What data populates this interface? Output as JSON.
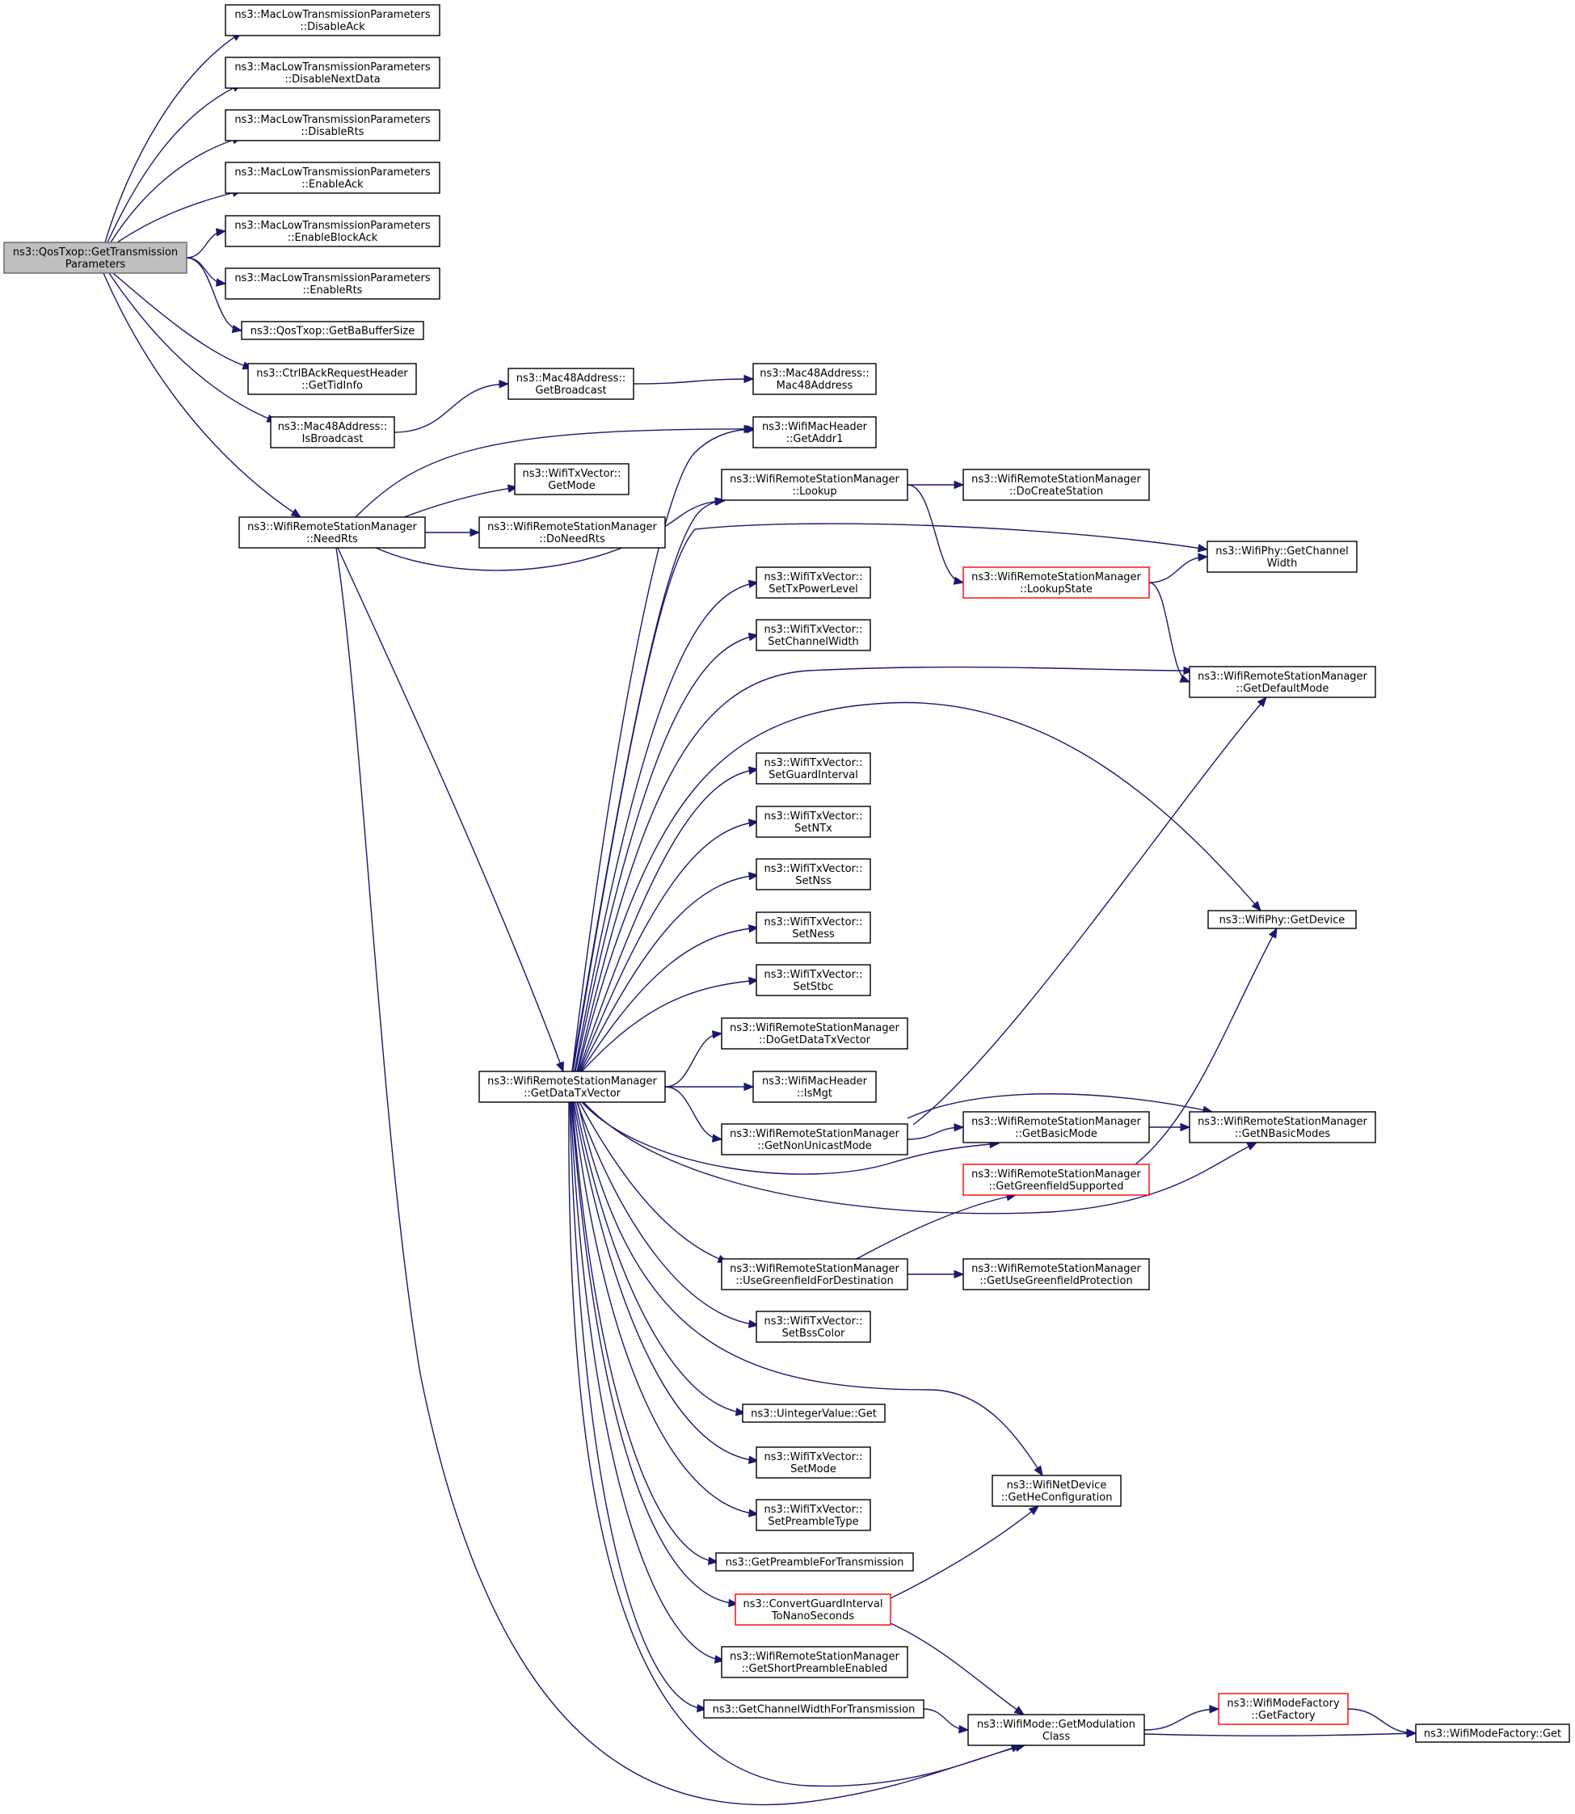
{
  "diagram": {
    "nodes": [
      {
        "id": "root",
        "lines": [
          "ns3::QosTxop::GetTransmission",
          "Parameters"
        ],
        "style": "root"
      },
      {
        "id": "disableAck",
        "lines": [
          "ns3::MacLowTransmissionParameters",
          "::DisableAck"
        ]
      },
      {
        "id": "disableNextData",
        "lines": [
          "ns3::MacLowTransmissionParameters",
          "::DisableNextData"
        ]
      },
      {
        "id": "disableRts",
        "lines": [
          "ns3::MacLowTransmissionParameters",
          "::DisableRts"
        ]
      },
      {
        "id": "enableAck",
        "lines": [
          "ns3::MacLowTransmissionParameters",
          "::EnableAck"
        ]
      },
      {
        "id": "enableBlockAck",
        "lines": [
          "ns3::MacLowTransmissionParameters",
          "::EnableBlockAck"
        ]
      },
      {
        "id": "enableRts",
        "lines": [
          "ns3::MacLowTransmissionParameters",
          "::EnableRts"
        ]
      },
      {
        "id": "getBaBufferSize",
        "lines": [
          "ns3::QosTxop::GetBaBufferSize"
        ]
      },
      {
        "id": "getTidInfo",
        "lines": [
          "ns3::CtrlBAckRequestHeader",
          "::GetTidInfo"
        ]
      },
      {
        "id": "isBroadcast",
        "lines": [
          "ns3::Mac48Address::",
          "IsBroadcast"
        ]
      },
      {
        "id": "getBroadcast",
        "lines": [
          "ns3::Mac48Address::",
          "GetBroadcast"
        ]
      },
      {
        "id": "mac48Address",
        "lines": [
          "ns3::Mac48Address::",
          "Mac48Address"
        ]
      },
      {
        "id": "getAddr1",
        "lines": [
          "ns3::WifiMacHeader",
          "::GetAddr1"
        ]
      },
      {
        "id": "needRts",
        "lines": [
          "ns3::WifiRemoteStationManager",
          "::NeedRts"
        ]
      },
      {
        "id": "getMode",
        "lines": [
          "ns3::WifiTxVector::",
          "GetMode"
        ]
      },
      {
        "id": "doNeedRts",
        "lines": [
          "ns3::WifiRemoteStationManager",
          "::DoNeedRts"
        ]
      },
      {
        "id": "lookup",
        "lines": [
          "ns3::WifiRemoteStationManager",
          "::Lookup"
        ]
      },
      {
        "id": "doCreateStation",
        "lines": [
          "ns3::WifiRemoteStationManager",
          "::DoCreateStation"
        ]
      },
      {
        "id": "getChannelWidth",
        "lines": [
          "ns3::WifiPhy::GetChannel",
          "Width"
        ]
      },
      {
        "id": "lookupState",
        "lines": [
          "ns3::WifiRemoteStationManager",
          "::LookupState"
        ],
        "style": "red"
      },
      {
        "id": "setTxPowerLevel",
        "lines": [
          "ns3::WifiTxVector::",
          "SetTxPowerLevel"
        ]
      },
      {
        "id": "setChannelWidth",
        "lines": [
          "ns3::WifiTxVector::",
          "SetChannelWidth"
        ]
      },
      {
        "id": "getDefaultMode",
        "lines": [
          "ns3::WifiRemoteStationManager",
          "::GetDefaultMode"
        ]
      },
      {
        "id": "setGuardInterval",
        "lines": [
          "ns3::WifiTxVector::",
          "SetGuardInterval"
        ]
      },
      {
        "id": "setNTx",
        "lines": [
          "ns3::WifiTxVector::",
          "SetNTx"
        ]
      },
      {
        "id": "setNss",
        "lines": [
          "ns3::WifiTxVector::",
          "SetNss"
        ]
      },
      {
        "id": "setNess",
        "lines": [
          "ns3::WifiTxVector::",
          "SetNess"
        ]
      },
      {
        "id": "setStbc",
        "lines": [
          "ns3::WifiTxVector::",
          "SetStbc"
        ]
      },
      {
        "id": "getDevice",
        "lines": [
          "ns3::WifiPhy::GetDevice"
        ]
      },
      {
        "id": "doGetDataTxVector",
        "lines": [
          "ns3::WifiRemoteStationManager",
          "::DoGetDataTxVector"
        ]
      },
      {
        "id": "getDataTxVector",
        "lines": [
          "ns3::WifiRemoteStationManager",
          "::GetDataTxVector"
        ]
      },
      {
        "id": "isMgt",
        "lines": [
          "ns3::WifiMacHeader",
          "::IsMgt"
        ]
      },
      {
        "id": "getNonUnicastMode",
        "lines": [
          "ns3::WifiRemoteStationManager",
          "::GetNonUnicastMode"
        ]
      },
      {
        "id": "getBasicMode",
        "lines": [
          "ns3::WifiRemoteStationManager",
          "::GetBasicMode"
        ]
      },
      {
        "id": "getNBasicModes",
        "lines": [
          "ns3::WifiRemoteStationManager",
          "::GetNBasicModes"
        ]
      },
      {
        "id": "getGreenfieldSupported",
        "lines": [
          "ns3::WifiRemoteStationManager",
          "::GetGreenfieldSupported"
        ],
        "style": "red"
      },
      {
        "id": "useGreenfieldForDestination",
        "lines": [
          "ns3::WifiRemoteStationManager",
          "::UseGreenfieldForDestination"
        ]
      },
      {
        "id": "getUseGreenfieldProtection",
        "lines": [
          "ns3::WifiRemoteStationManager",
          "::GetUseGreenfieldProtection"
        ]
      },
      {
        "id": "setBssColor",
        "lines": [
          "ns3::WifiTxVector::",
          "SetBssColor"
        ]
      },
      {
        "id": "uintegerGet",
        "lines": [
          "ns3::UintegerValue::Get"
        ]
      },
      {
        "id": "setMode",
        "lines": [
          "ns3::WifiTxVector::",
          "SetMode"
        ]
      },
      {
        "id": "getHeConfiguration",
        "lines": [
          "ns3::WifiNetDevice",
          "::GetHeConfiguration"
        ]
      },
      {
        "id": "setPreambleType",
        "lines": [
          "ns3::WifiTxVector::",
          "SetPreambleType"
        ]
      },
      {
        "id": "getPreambleForTransmission",
        "lines": [
          "ns3::GetPreambleForTransmission"
        ]
      },
      {
        "id": "convertGuardInterval",
        "lines": [
          "ns3::ConvertGuardInterval",
          "ToNanoSeconds"
        ],
        "style": "red"
      },
      {
        "id": "getShortPreambleEnabled",
        "lines": [
          "ns3::WifiRemoteStationManager",
          "::GetShortPreambleEnabled"
        ]
      },
      {
        "id": "getChannelWidthForTransmission",
        "lines": [
          "ns3::GetChannelWidthForTransmission"
        ]
      },
      {
        "id": "getModulationClass",
        "lines": [
          "ns3::WifiMode::GetModulation",
          "Class"
        ]
      },
      {
        "id": "getFactory",
        "lines": [
          "ns3::WifiModeFactory",
          "::GetFactory"
        ],
        "style": "red"
      },
      {
        "id": "modeFactoryGet",
        "lines": [
          "ns3::WifiModeFactory::Get"
        ]
      }
    ],
    "edges": [
      [
        "root",
        "disableAck"
      ],
      [
        "root",
        "disableNextData"
      ],
      [
        "root",
        "disableRts"
      ],
      [
        "root",
        "enableAck"
      ],
      [
        "root",
        "enableBlockAck"
      ],
      [
        "root",
        "enableRts"
      ],
      [
        "root",
        "getBaBufferSize"
      ],
      [
        "root",
        "getTidInfo"
      ],
      [
        "root",
        "isBroadcast"
      ],
      [
        "root",
        "needRts"
      ],
      [
        "isBroadcast",
        "getBroadcast"
      ],
      [
        "getBroadcast",
        "mac48Address"
      ],
      [
        "needRts",
        "getAddr1"
      ],
      [
        "needRts",
        "getMode"
      ],
      [
        "needRts",
        "doNeedRts"
      ],
      [
        "needRts",
        "lookup"
      ],
      [
        "needRts",
        "getDataTxVector"
      ],
      [
        "needRts",
        "getModulationClass"
      ],
      [
        "lookup",
        "doCreateStation"
      ],
      [
        "lookup",
        "lookupState"
      ],
      [
        "lookupState",
        "getChannelWidth"
      ],
      [
        "lookupState",
        "getDefaultMode"
      ],
      [
        "getDataTxVector",
        "getAddr1"
      ],
      [
        "getDataTxVector",
        "lookup"
      ],
      [
        "getDataTxVector",
        "getChannelWidth"
      ],
      [
        "getDataTxVector",
        "setTxPowerLevel"
      ],
      [
        "getDataTxVector",
        "setChannelWidth"
      ],
      [
        "getDataTxVector",
        "getDefaultMode"
      ],
      [
        "getDataTxVector",
        "getDevice"
      ],
      [
        "getDataTxVector",
        "setGuardInterval"
      ],
      [
        "getDataTxVector",
        "setNTx"
      ],
      [
        "getDataTxVector",
        "setNss"
      ],
      [
        "getDataTxVector",
        "setNess"
      ],
      [
        "getDataTxVector",
        "setStbc"
      ],
      [
        "getDataTxVector",
        "doGetDataTxVector"
      ],
      [
        "getDataTxVector",
        "isMgt"
      ],
      [
        "getDataTxVector",
        "getNonUnicastMode"
      ],
      [
        "getDataTxVector",
        "getBasicMode"
      ],
      [
        "getDataTxVector",
        "getNBasicModes"
      ],
      [
        "getDataTxVector",
        "useGreenfieldForDestination"
      ],
      [
        "getDataTxVector",
        "setBssColor"
      ],
      [
        "getDataTxVector",
        "uintegerGet"
      ],
      [
        "getDataTxVector",
        "setMode"
      ],
      [
        "getDataTxVector",
        "getHeConfiguration"
      ],
      [
        "getDataTxVector",
        "setPreambleType"
      ],
      [
        "getDataTxVector",
        "getPreambleForTransmission"
      ],
      [
        "getDataTxVector",
        "convertGuardInterval"
      ],
      [
        "getDataTxVector",
        "getShortPreambleEnabled"
      ],
      [
        "getDataTxVector",
        "getChannelWidthForTransmission"
      ],
      [
        "getDataTxVector",
        "getModulationClass"
      ],
      [
        "getNonUnicastMode",
        "getBasicMode"
      ],
      [
        "getNonUnicastMode",
        "getNBasicModes"
      ],
      [
        "getNonUnicastMode",
        "getDefaultMode"
      ],
      [
        "getBasicMode",
        "getNBasicModes"
      ],
      [
        "getGreenfieldSupported",
        "getDevice"
      ],
      [
        "useGreenfieldForDestination",
        "getGreenfieldSupported"
      ],
      [
        "useGreenfieldForDestination",
        "getUseGreenfieldProtection"
      ],
      [
        "convertGuardInterval",
        "getHeConfiguration"
      ],
      [
        "convertGuardInterval",
        "getModulationClass"
      ],
      [
        "getChannelWidthForTransmission",
        "getModulationClass"
      ],
      [
        "getModulationClass",
        "getFactory"
      ],
      [
        "getModulationClass",
        "modeFactoryGet"
      ],
      [
        "getFactory",
        "modeFactoryGet"
      ]
    ]
  }
}
